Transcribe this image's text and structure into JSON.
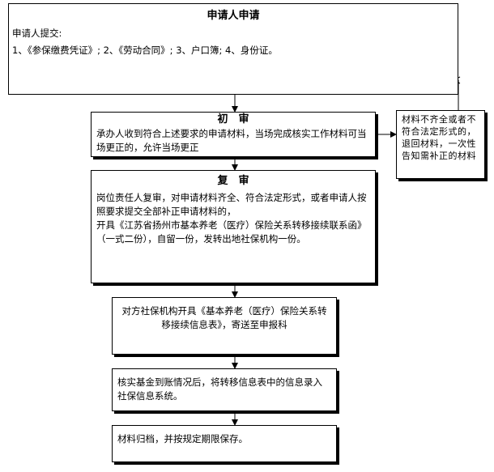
{
  "steps": {
    "apply": {
      "title": "申请人申请",
      "line1": "申请人提交:",
      "line2": "1、《参保缴费凭证》; 2、《劳动合同》; 3、户口簿; 4、身份证。"
    },
    "initial_review": {
      "title": "初　审",
      "text": "承办人收到符合上述要求的申请材料，当场完成核实工作材料可当场更正的，允许当场更正"
    },
    "re_review": {
      "title": "复　审",
      "text1": "岗位责任人复审，对申请材料齐全、符合法定形式，或者申请人按照要求提交全部补正申请材料的，",
      "text2": "开具《江苏省扬州市基本养老（医疗）保险关系转移接续联系函》（一式二份），自留一份，发转出地社保机构一份。"
    },
    "issue": {
      "text": "对方社保机构开具《基本养老（医疗）保险关系转移接续信息表》，寄送至申报科"
    },
    "verify": {
      "text": "核实基金到账情况后，将转移信息表中的信息录入社保信息系统。"
    },
    "archive": {
      "text": "材料归档，并按规定期限保存。"
    }
  },
  "side_note": {
    "text": "材料不齐全或者不符合法定形式的，退回材料，一次性告知需补正的材料"
  }
}
